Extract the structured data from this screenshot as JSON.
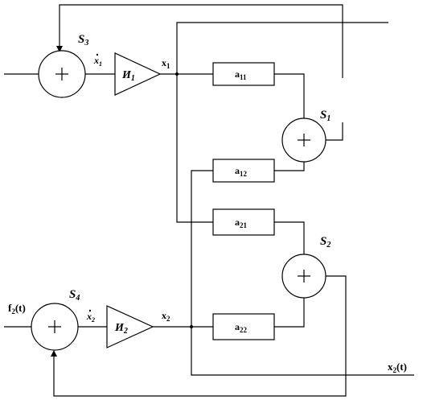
{
  "diagram": {
    "summers": {
      "s1": "S",
      "s1_sub": "1",
      "s2": "S",
      "s2_sub": "2",
      "s3": "S",
      "s3_sub": "3",
      "s4": "S",
      "s4_sub": "4"
    },
    "integrators": {
      "i1": "И",
      "i1_sub": "1",
      "i2": "И",
      "i2_sub": "2"
    },
    "coefficients": {
      "a11": "a",
      "a11_sub": "11",
      "a12": "a",
      "a12_sub": "12",
      "a21": "a",
      "a21_sub": "21",
      "a22": "a",
      "a22_sub": "22"
    },
    "signals": {
      "xdot1": "x",
      "xdot1_sub": "1",
      "x1": "x",
      "x1_sub": "1",
      "xdot2": "x",
      "xdot2_sub": "2",
      "x2": "x",
      "x2_sub": "2",
      "f2": "f",
      "f2_sub": "2",
      "f2_arg": "(t)",
      "x2t": "x",
      "x2t_sub": "2",
      "x2t_arg": "(t)"
    }
  }
}
